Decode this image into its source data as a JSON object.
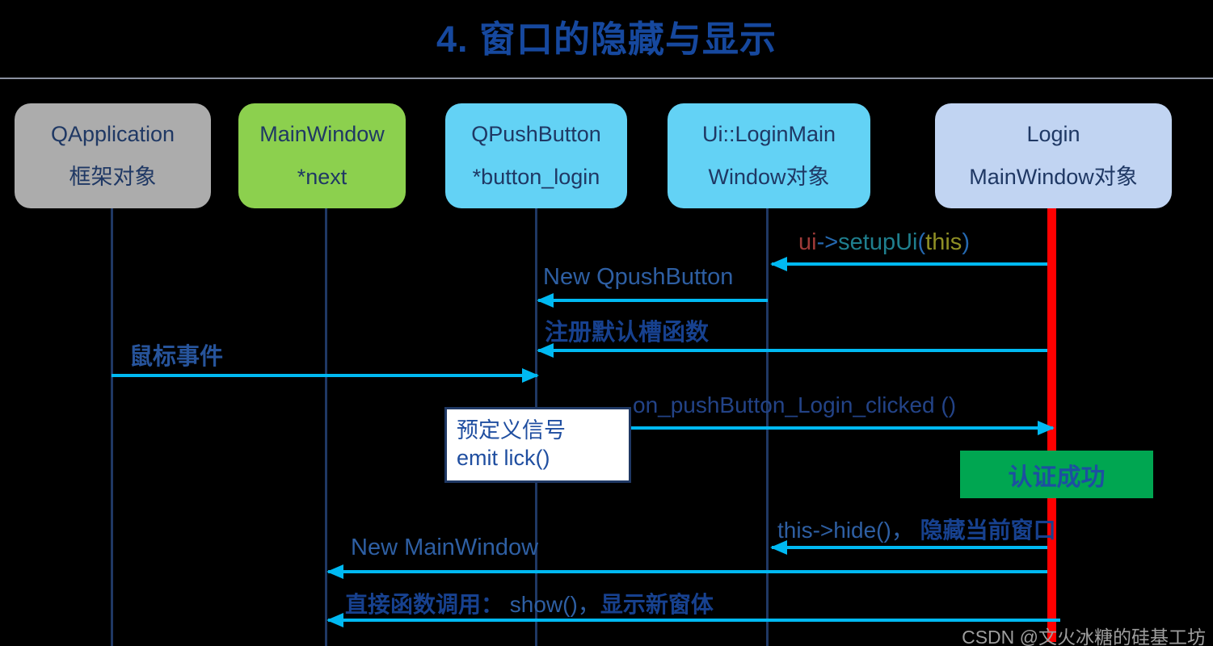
{
  "title": "4. 窗口的隐藏与显示",
  "actors": [
    {
      "line1": "QApplication",
      "line2": "框架对象",
      "bg": "#ACACAC"
    },
    {
      "line1": "MainWindow",
      "line2": "*next",
      "bg": "#8CD04E"
    },
    {
      "line1": "QPushButton",
      "line2": "*button_login",
      "bg": "#63D2F5"
    },
    {
      "line1": "Ui::LoginMain",
      "line2": "Window对象",
      "bg": "#63D2F5"
    },
    {
      "line1": "Login",
      "line2": "MainWindow对象",
      "bg": "#C1D4F2"
    }
  ],
  "messages": {
    "setupui": {
      "parts": [
        {
          "text": "ui",
          "color": "#9E3A38"
        },
        {
          "text": "->",
          "color": "#2569B0"
        },
        {
          "text": "setupUi",
          "color": "#1F7F8E"
        },
        {
          "text": "(",
          "color": "#2569B0"
        },
        {
          "text": "this",
          "color": "#8F8F25"
        },
        {
          "text": ")",
          "color": "#2569B0"
        }
      ]
    },
    "new_qpushbutton": "New  QpushButton",
    "register_slot": "注册默认槽函数",
    "mouse_event": "鼠标事件",
    "on_clicked": "on_pushButton_Login_clicked  ()",
    "note_line1": "预定义信号",
    "note_line2": "emit lick()",
    "auth_success": "认证成功",
    "hide_code": "this->hide()，",
    "hide_label": " 隐藏当前窗口",
    "new_mainwindow": "New  MainWindow",
    "show_prefix": "直接函数调用：",
    "show_code": " show()，",
    "show_suffix": "显示新窗体"
  },
  "watermark": "CSDN @文火冰糖的硅基工坊",
  "colors": {
    "background": "#000000",
    "title_blue": "#16489E",
    "lifeline_navy": "#1F3864",
    "arrow_cyan": "#00B9F2",
    "active_red": "#FF0000",
    "success_green": "#00A651",
    "message_blue": "#2E5FA3",
    "bold_cn_blue": "#17418F"
  }
}
